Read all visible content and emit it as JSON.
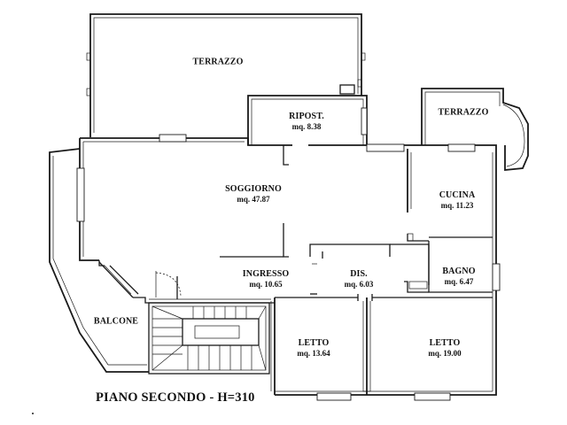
{
  "title": "PIANO SECONDO - H=310",
  "rooms": {
    "terrazzo_main": {
      "name": "TERRAZZO",
      "area": ""
    },
    "ripost": {
      "name": "RIPOST.",
      "area": "mq. 8.38"
    },
    "terrazzo_right": {
      "name": "TERRAZZO",
      "area": ""
    },
    "soggiorno": {
      "name": "SOGGIORNO",
      "area": "mq. 47.87"
    },
    "cucina": {
      "name": "CUCINA",
      "area": "mq. 11.23"
    },
    "ingresso": {
      "name": "INGRESSO",
      "area": "mq. 10.65"
    },
    "dis": {
      "name": "DIS.",
      "area": "mq. 6.03"
    },
    "bagno": {
      "name": "BAGNO",
      "area": "mq. 6.47"
    },
    "balcone": {
      "name": "BALCONE",
      "area": ""
    },
    "letto_1": {
      "name": "LETTO",
      "area": "mq. 13.64"
    },
    "letto_2": {
      "name": "LETTO",
      "area": "mq. 19.00"
    }
  },
  "colors": {
    "line": "#1a1a1a",
    "background": "#ffffff",
    "text": "#111111"
  }
}
